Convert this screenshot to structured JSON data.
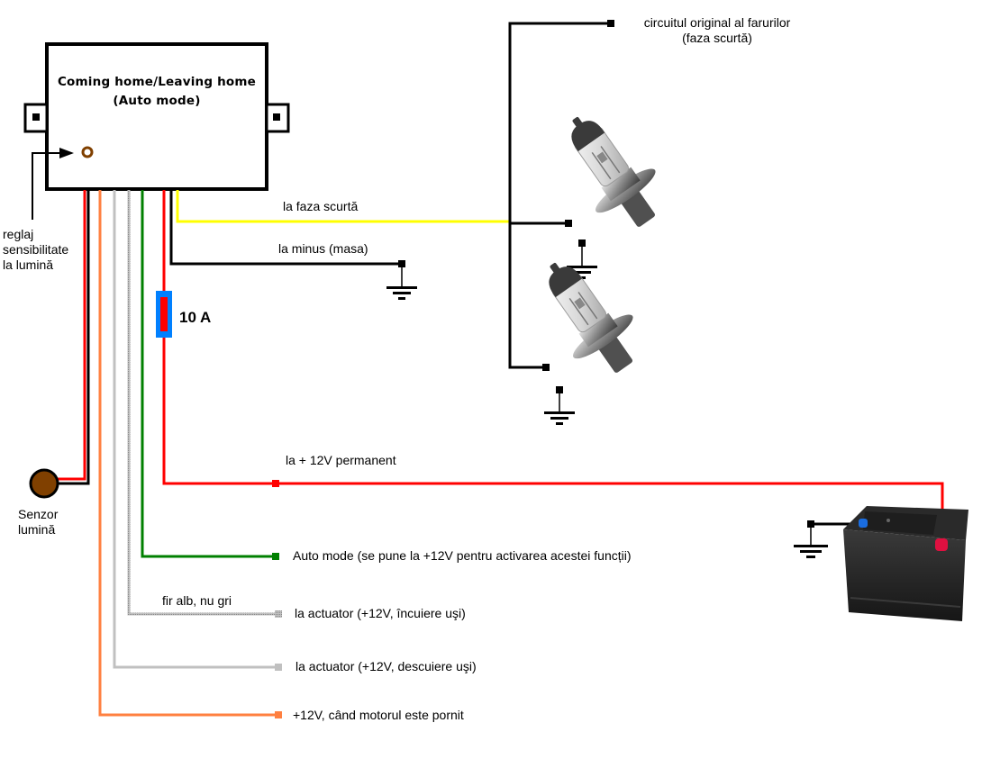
{
  "module": {
    "title_line1": "Coming home/Leaving home",
    "title_line2": "(Auto mode)"
  },
  "labels": {
    "sensitivity_adjust": [
      "reglaj",
      "sensibilitate",
      "la lumină"
    ],
    "light_sensor": [
      "Senzor",
      "lumină"
    ],
    "fuse": "10 A",
    "low_beam": "la faza scurtă",
    "ground": "la minus (masa)",
    "original_circuit": [
      "circuitul original al farurilor",
      "(faza scurtă)"
    ],
    "permanent_12v": "la + 12V permanent",
    "auto_mode": "Auto mode (se pune la +12V pentru activarea acestei funcții)",
    "white_wire_note": "fir alb, nu gri",
    "actuator_lock": "la actuator (+12V, încuiere uşi)",
    "actuator_unlock": "la actuator (+12V, descuiere uşi)",
    "ignition_12v": "+12V, când motorul este pornit"
  },
  "wire_colors": {
    "red": "#ff0000",
    "black": "#000000",
    "orange": "#ff8040",
    "gray": "#c0c0c0",
    "yellow": "#ffff00",
    "green": "#008000",
    "fuse_blue": "#0080ff",
    "sensor_brown": "#804000"
  }
}
